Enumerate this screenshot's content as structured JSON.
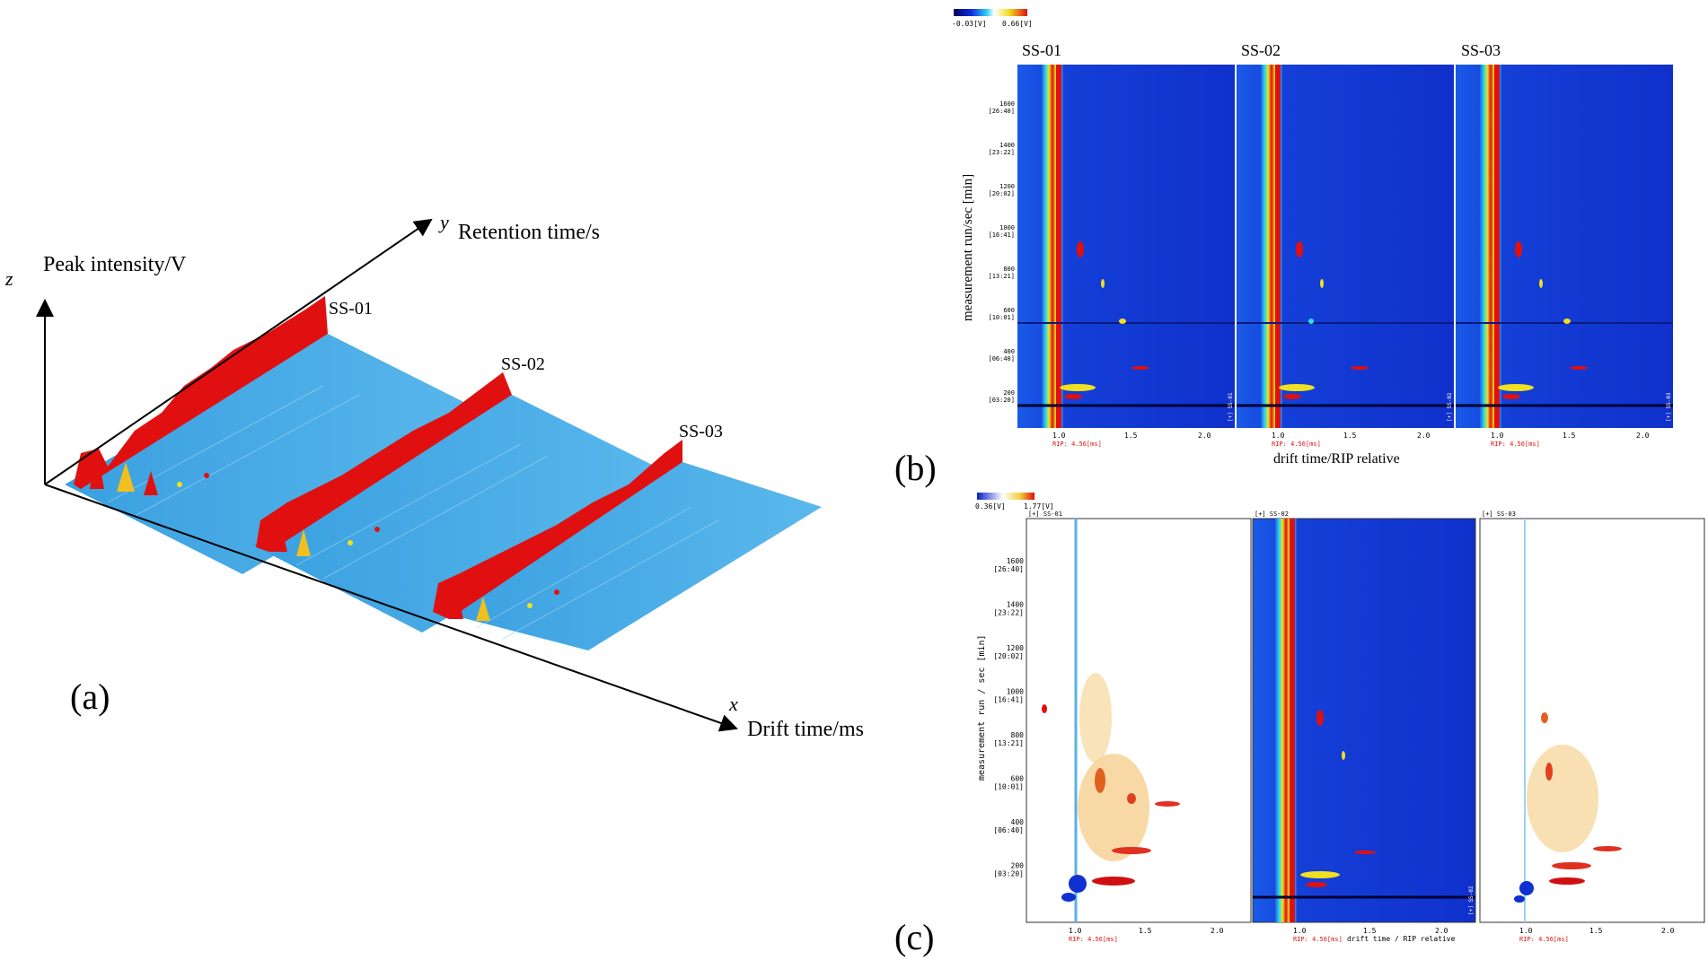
{
  "panel_a": {
    "label": "(a)",
    "z_axis": {
      "symbol": "z",
      "label": "Peak intensity/V"
    },
    "y_axis": {
      "symbol": "y",
      "label": "Retention time/s"
    },
    "x_axis": {
      "symbol": "x",
      "label": "Drift time/ms"
    },
    "samples": [
      "SS-01",
      "SS-02",
      "SS-03"
    ]
  },
  "panel_b": {
    "label": "(b)",
    "colorbar": {
      "min": "-0.03[V]",
      "max": "0.66[V]"
    },
    "titles": [
      "SS-01",
      "SS-02",
      "SS-03"
    ],
    "ylabel": "measurement run/sec [min]",
    "xlabel": "drift time/RIP relative",
    "y_ticks": [
      {
        "value": "1600",
        "time": "[26:40]"
      },
      {
        "value": "1400",
        "time": "[23:22]"
      },
      {
        "value": "1200",
        "time": "[20:02]"
      },
      {
        "value": "1000",
        "time": "[16:41]"
      },
      {
        "value": "800",
        "time": "[13:21]"
      },
      {
        "value": "600",
        "time": "[10:01]"
      },
      {
        "value": "400",
        "time": "[06:40]"
      },
      {
        "value": "200",
        "time": "[03:20]"
      }
    ],
    "x_ticks": [
      "1.0",
      "1.5",
      "2.0"
    ],
    "rip": "RIP: 4.56[ms]",
    "side_tags": [
      "[+] SS-01",
      "[+] SS-02",
      "[+] SS-03"
    ]
  },
  "panel_c": {
    "label": "(c)",
    "colorbar": {
      "min": "0.36[V]",
      "max": "1.77[V]"
    },
    "tags": [
      "[+] SS-01",
      "[+] SS-02",
      "[+] SS-03"
    ],
    "ylabel": "measurement run / sec [min]",
    "xlabel": "drift time / RIP relative",
    "y_ticks": [
      {
        "value": "1600",
        "time": "[26:40]"
      },
      {
        "value": "1400",
        "time": "[23:22]"
      },
      {
        "value": "1200",
        "time": "[20:02]"
      },
      {
        "value": "1000",
        "time": "[16:41]"
      },
      {
        "value": "800",
        "time": "[13:21]"
      },
      {
        "value": "600",
        "time": "[10:01]"
      },
      {
        "value": "400",
        "time": "[06:40]"
      },
      {
        "value": "200",
        "time": "[03:20]"
      }
    ],
    "x_ticks": [
      "1.0",
      "1.5",
      "2.0"
    ],
    "rip": "RIP: 4.56[ms]",
    "side_tag": "[+] SS-02"
  },
  "colors": {
    "blue_dark": "#0a1fc4",
    "blue_mid": "#1e5cf0",
    "sky": "#4aa8e8",
    "red": "#e01010",
    "yellow": "#f0e020",
    "cyan": "#30e0e0"
  }
}
